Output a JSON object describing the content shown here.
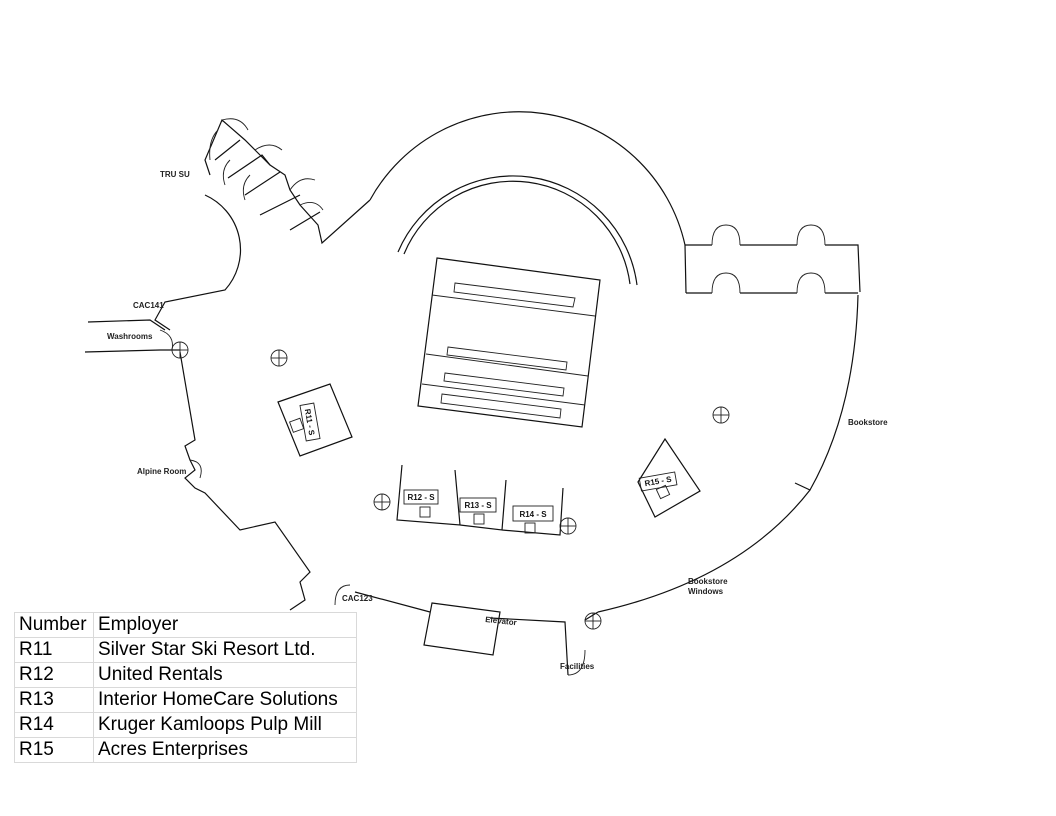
{
  "rooms": {
    "trusu": "TRU SU",
    "cac141": "CAC141",
    "washrooms": "Washrooms",
    "alpine_room": "Alpine Room",
    "cac123": "CAC123",
    "elevator": "Elevator",
    "facilities": "Facilities",
    "bookstore": "Bookstore",
    "bookstore_windows_line1": "Bookstore",
    "bookstore_windows_line2": "Windows"
  },
  "booths": [
    {
      "id": "r11",
      "label": "R11 - S"
    },
    {
      "id": "r12",
      "label": "R12 - S"
    },
    {
      "id": "r13",
      "label": "R13 - S"
    },
    {
      "id": "r14",
      "label": "R14 - S"
    },
    {
      "id": "r15",
      "label": "R15 - S"
    }
  ],
  "table": {
    "headers": [
      "Number",
      "Employer"
    ],
    "rows": [
      [
        "R11",
        "Silver Star Ski Resort Ltd."
      ],
      [
        "R12",
        "United Rentals"
      ],
      [
        "R13",
        "Interior HomeCare Solutions"
      ],
      [
        "R14",
        "Kruger Kamloops Pulp Mill"
      ],
      [
        "R15",
        "Acres Enterprises"
      ]
    ]
  }
}
